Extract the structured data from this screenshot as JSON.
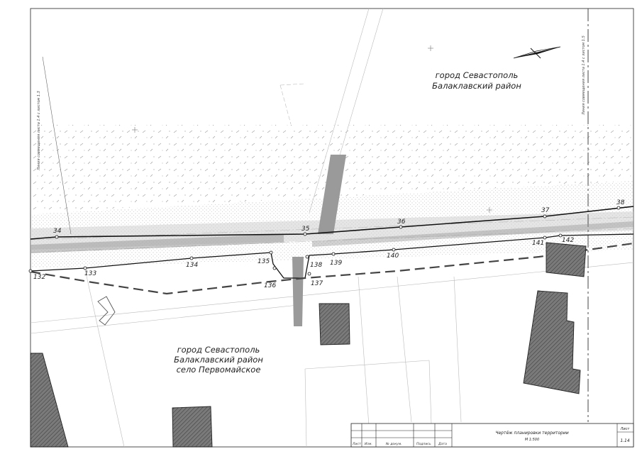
{
  "areas": {
    "north": {
      "line1": "город Севастополь",
      "line2": "Балаклавский район"
    },
    "south": {
      "line1": "город Севастополь",
      "line2": "Балаклавский район",
      "line3": "село Первомайское"
    }
  },
  "side_notes": {
    "left": "Линия совмещения листа 1.4 с листом 1.3",
    "right": "Линия совмещения листа 1.4 с листом 1.5"
  },
  "red_line_points": [
    "34",
    "35",
    "36",
    "37",
    "38"
  ],
  "building_line_points": [
    "132",
    "133",
    "134",
    "135",
    "136",
    "137",
    "138",
    "139",
    "140",
    "141",
    "142"
  ],
  "title_block": {
    "drawing_title": "Чертёж планировки территории",
    "scale": "М 1:500",
    "sheet_label": "Лист",
    "sheet_number": "1.14",
    "columns": [
      "Лист",
      "Изм.",
      "№ докум.",
      "Подпись",
      "Дата"
    ]
  },
  "colors": {
    "line": "#111111",
    "hatch": "#555555",
    "building": "#5a5a5a",
    "road": "#9a9a9a",
    "stipple": "#9a9a9a"
  }
}
